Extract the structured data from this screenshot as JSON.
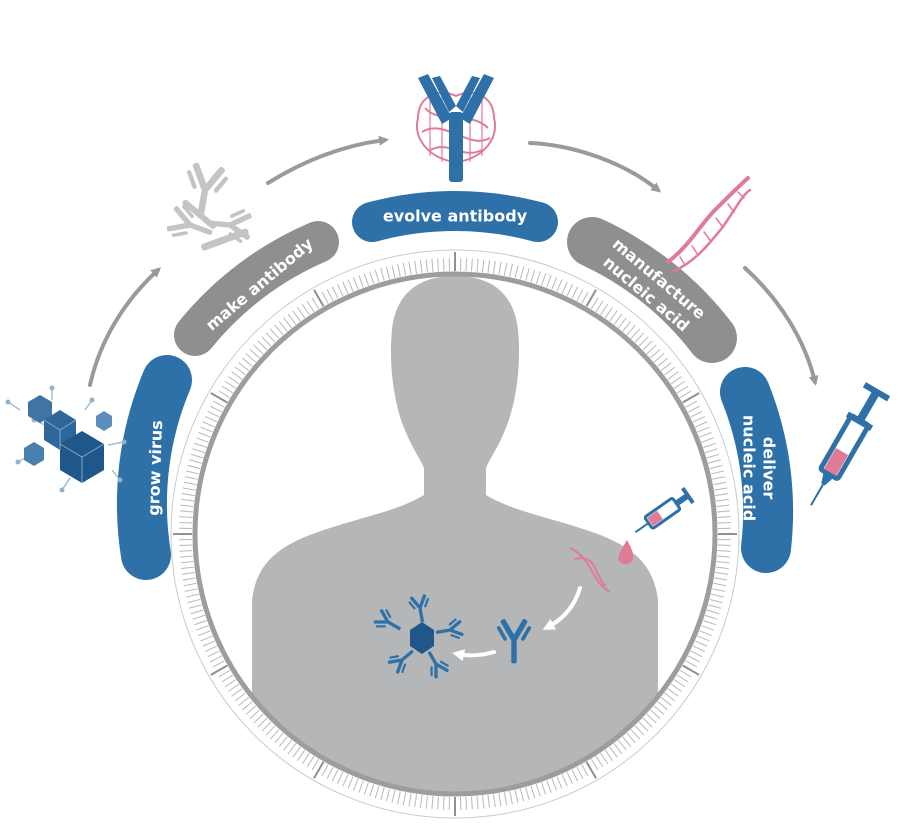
{
  "steps": [
    {
      "id": "grow-virus",
      "lines": [
        "grow virus"
      ],
      "color": "#2e70a8"
    },
    {
      "id": "make-antibody",
      "lines": [
        "make antibody"
      ],
      "color": "#8e8f91"
    },
    {
      "id": "evolve-antibody",
      "lines": [
        "evolve antibody"
      ],
      "color": "#2e70a8"
    },
    {
      "id": "manufacture-nucleic-acid",
      "lines": [
        "manufacture",
        "nucleic acid"
      ],
      "color": "#8e8f91"
    },
    {
      "id": "deliver-nucleic-acid",
      "lines": [
        "deliver",
        "nucleic acid"
      ],
      "color": "#2e70a8"
    }
  ],
  "colors": {
    "blue": "#2e70a8",
    "dark_blue": "#1f4f7c",
    "gray_pill": "#8e8f91",
    "silhouette": "#b5b6b8",
    "ring": "#9c9d9f",
    "pink": "#e07b97",
    "arrow": "#9a9a9a"
  },
  "icons": [
    "virus-cluster-icon",
    "antibody-cluster-icon",
    "antibody-dna-icon",
    "dna-helix-icon",
    "syringe-icon",
    "human-silhouette-icon"
  ]
}
